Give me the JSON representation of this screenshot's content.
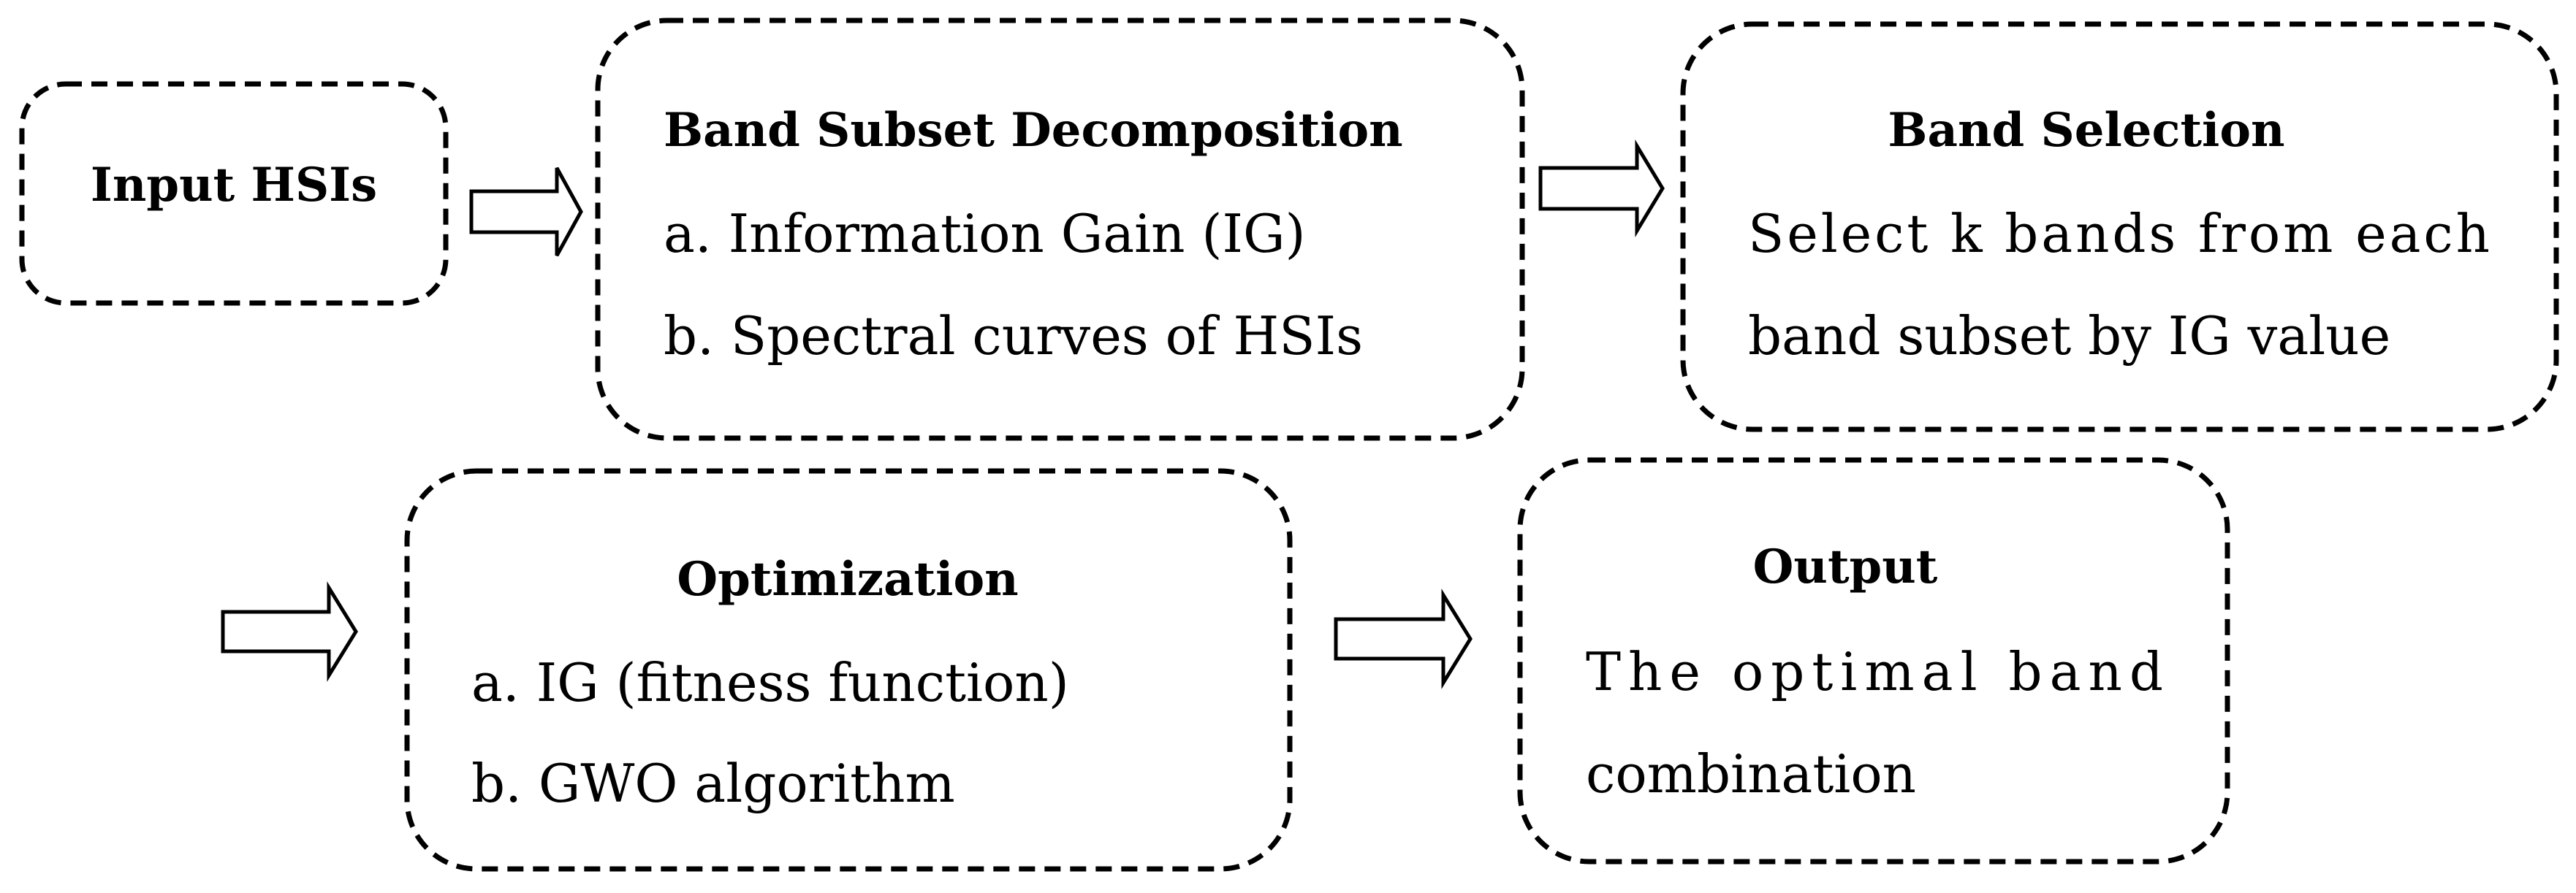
{
  "diagram": {
    "input": {
      "title": "Input HSIs"
    },
    "decomposition": {
      "title": "Band Subset Decomposition",
      "items": [
        "a. Information Gain (IG)",
        "b. Spectral curves of HSIs"
      ]
    },
    "selection": {
      "title": "Band Selection",
      "lines": [
        "Select k bands from each",
        "band subset by IG value"
      ]
    },
    "optimization": {
      "title": "Optimization",
      "items": [
        "a. IG (fitness function)",
        "b. GWO algorithm"
      ]
    },
    "output": {
      "title": "Output",
      "lines": [
        "The optimal band",
        "combination"
      ]
    }
  }
}
